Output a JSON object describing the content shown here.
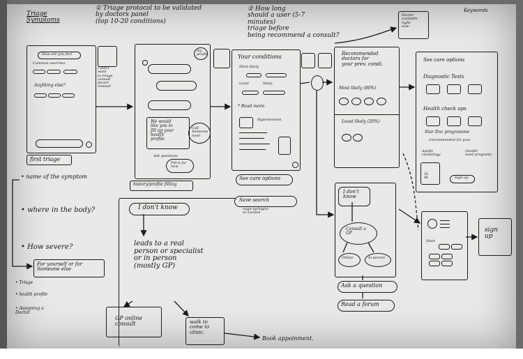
{
  "header": {
    "title": "Triage\nSymptoms",
    "step1": "① Triage protocol to be validated\nby doctors panel\n(top 10-20 conditions)",
    "step2": "② How long\nshould a user (5-7\nminutes)\ntriage before\nbeing recommend a consult?",
    "corner_box": "Doctor\navailable\nright\nnow",
    "keywords": "Keywords"
  },
  "screen1": {
    "q1": "How are you feel",
    "q2": "Common searches",
    "q3": "Anything else?",
    "side_note": "I don't\nwant\nto triage\nconsult\ndoctor\ninstead",
    "caption": "first triage"
  },
  "notes_left": {
    "items": [
      "• name of the symptom",
      "• where in the body?",
      "• How severe?"
    ],
    "boxed": "For yourself or for\nSomeone else",
    "bottom": [
      "• Triage",
      "• health profile",
      "• Assigning a\nDoctor."
    ]
  },
  "screen2": {
    "badge": "my\nprofile",
    "profile_text": "We would\nlike you to\nfill up your\nhealth\nprofile",
    "call_bubble": "Call\nSomeone\nnow!",
    "btn1": "Ask questions",
    "btn2": "Fill it for\nnow",
    "caption": "history/profile filling"
  },
  "screen3": {
    "title": "Your conditions",
    "most": "Most likely",
    "least": "Least",
    "likely": "likely",
    "read_more": "* Read more.",
    "hyper": "Hypertension",
    "caption1": "See care options",
    "caption2": "Save search",
    "caption3": "(sign-up/login)\nor Locked"
  },
  "screen4": {
    "title": "Recommended\ndoctors for\nyour prev. condi.",
    "most": "Most likely (80%)",
    "least": "Least likely (20%)"
  },
  "flow": {
    "dont_know": "I don't\nknow",
    "consult": "Consult a\nGP",
    "online": "Online",
    "in_person": "In person",
    "ask": "Ask a question",
    "forum": "Read a forum"
  },
  "screen5": {
    "title": "See care options",
    "diag": "Diagnostic Tests",
    "health": "Health check ups",
    "star": "Star Doc programme",
    "recommended": "(recommended for you)",
    "apollo": "Apollo\ncardiology",
    "health_note": "(health\nneed program)",
    "btn": "Sign-up",
    "small": "1k\n4k"
  },
  "screen6": {
    "stats": "Stats"
  },
  "signup": {
    "label": "sign\nup"
  },
  "bottom_flow": {
    "dont_know": "I don't know",
    "text": "leads to a real\nperson or specialist\nor in person\n(mostly GP)",
    "gp": "GP online\nconsult",
    "walk": "walk to\ncome to\nclinic.",
    "book": "Book appoinment."
  }
}
